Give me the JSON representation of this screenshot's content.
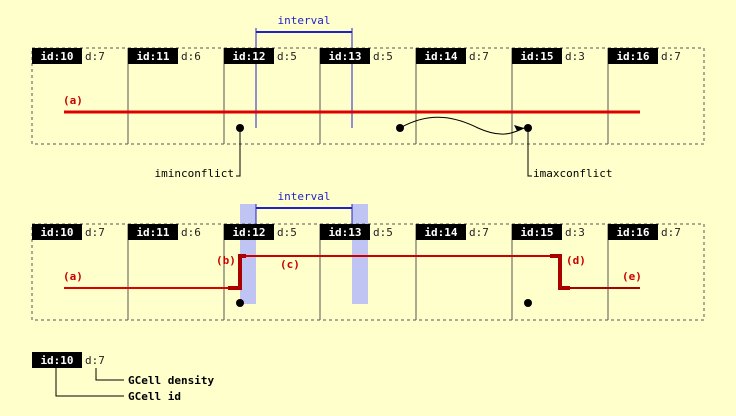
{
  "colors": {
    "background": "#ffffcc",
    "segment": "#dd0000",
    "segment_dark": "#aa0000",
    "interval": "#2222cc",
    "interval_fill": "#aab0ff"
  },
  "top": {
    "cells": [
      {
        "id": "id:10",
        "d": "d:7"
      },
      {
        "id": "id:11",
        "d": "d:6"
      },
      {
        "id": "id:12",
        "d": "d:5"
      },
      {
        "id": "id:13",
        "d": "d:5"
      },
      {
        "id": "id:14",
        "d": "d:7"
      },
      {
        "id": "id:15",
        "d": "d:3"
      },
      {
        "id": "id:16",
        "d": "d:7"
      }
    ],
    "interval_label": "interval",
    "segment_label": "(a)",
    "iminconflict": "iminconflict",
    "imaxconflict": "imaxconflict"
  },
  "bottom": {
    "cells": [
      {
        "id": "id:10",
        "d": "d:7"
      },
      {
        "id": "id:11",
        "d": "d:6"
      },
      {
        "id": "id:12",
        "d": "d:5"
      },
      {
        "id": "id:13",
        "d": "d:5"
      },
      {
        "id": "id:14",
        "d": "d:7"
      },
      {
        "id": "id:15",
        "d": "d:3"
      },
      {
        "id": "id:16",
        "d": "d:7"
      }
    ],
    "interval_label": "interval",
    "labels": {
      "a": "(a)",
      "b": "(b)",
      "c": "(c)",
      "d": "(d)",
      "e": "(e)"
    }
  },
  "legend": {
    "id": "id:10",
    "d": "d:7",
    "density_label": "GCell density",
    "id_label": "GCell id"
  }
}
